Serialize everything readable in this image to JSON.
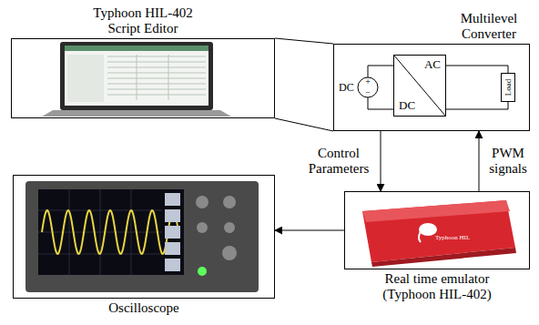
{
  "diagram": {
    "nodes": [
      {
        "text": [
          "Typhoon HIL-402 Script Editor"
        ]
      },
      {
        "text": [
          "Multilevel Converter"
        ]
      },
      {
        "text": [
          "AC",
          "DC"
        ],
        "in": 1
      },
      {
        "text": [
          "Load"
        ],
        "in": 1
      },
      {
        "text": [
          "Oscilloscope"
        ]
      },
      {
        "text": [
          "Real time emulator (Typhoon HIL-402)"
        ]
      }
    ],
    "edges": [
      {
        "from": 0,
        "to": 1,
        "arrow": "none"
      },
      {
        "from": 0,
        "to": 1,
        "arrow": "none"
      },
      {
        "from": 1,
        "to": 5,
        "label": "Control Parameters",
        "arrow": "to"
      },
      {
        "from": 5,
        "to": 1,
        "label": "PWM signals",
        "arrow": "to"
      },
      {
        "from": 5,
        "to": 4,
        "arrow": "to"
      },
      {
        "from": 2,
        "to": 3,
        "arrow": "none"
      },
      {
        "from": 2,
        "to": 3,
        "arrow": "none"
      }
    ],
    "labels": [
      "DC",
      "+",
      "−",
      "Typhoon HIL"
    ]
  }
}
